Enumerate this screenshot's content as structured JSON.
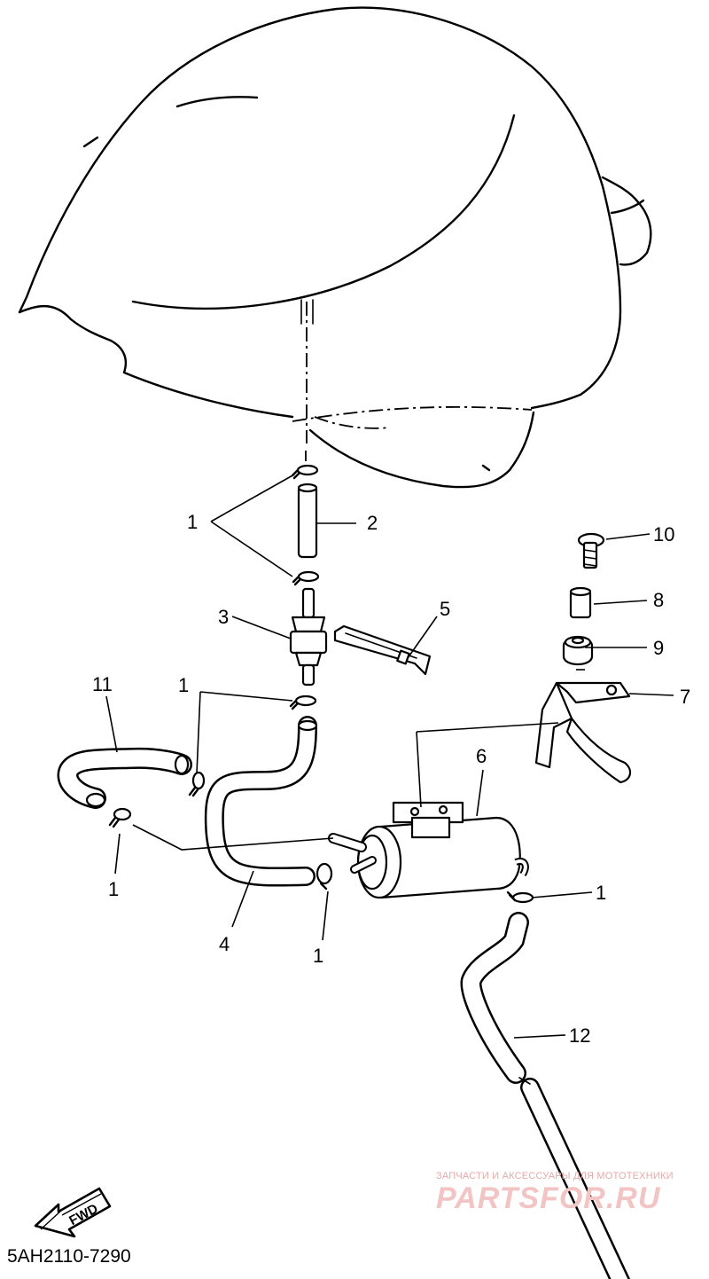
{
  "diagram": {
    "code": "5AH2110-7290",
    "direction_label": "FWD",
    "watermark_tagline": "ЗАПЧАСТИ И АКСЕССУАРЫ ДЛЯ МОТОТЕХНИКИ",
    "watermark_brand": "PARTSFOR.RU",
    "callouts": {
      "c1a": "1",
      "c1b": "1",
      "c1c": "1",
      "c1d": "1",
      "c1e": "1",
      "c2": "2",
      "c3": "3",
      "c4": "4",
      "c5": "5",
      "c6": "6",
      "c7": "7",
      "c8": "8",
      "c9": "9",
      "c10": "10",
      "c11": "11",
      "c12": "12"
    }
  }
}
